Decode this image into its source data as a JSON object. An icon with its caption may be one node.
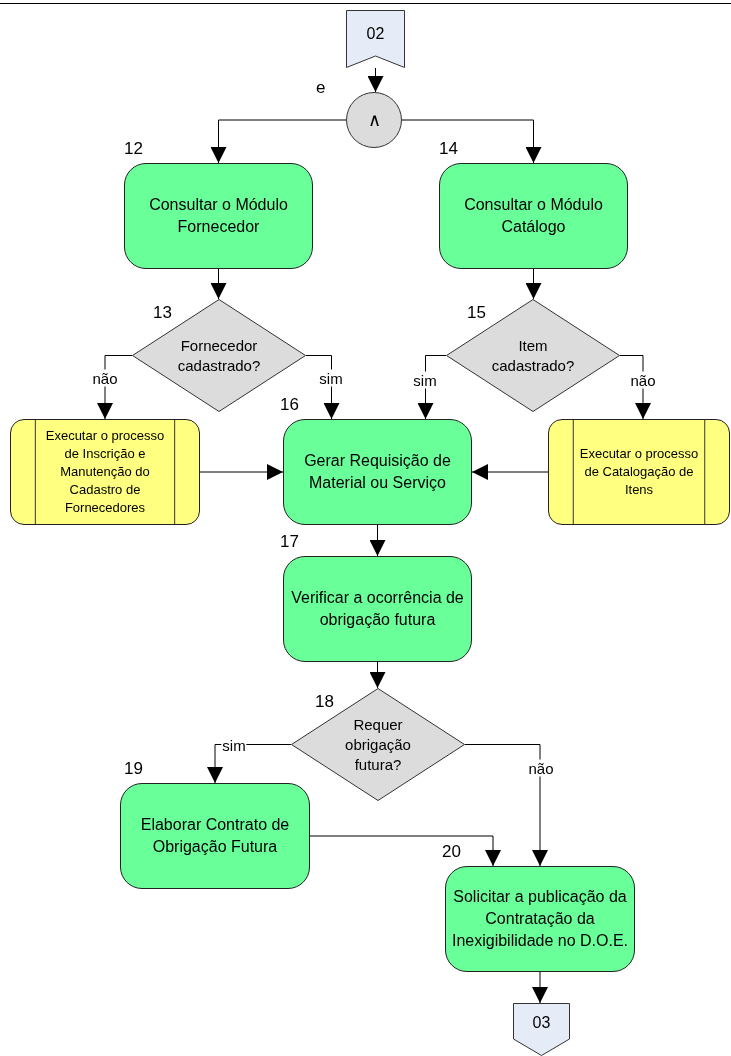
{
  "diagram": {
    "nodes": [
      {
        "text": [
          "02"
        ]
      },
      {
        "text": [
          "∧"
        ],
        "beside": [
          "e"
        ]
      },
      {
        "text": [
          "Consultar o Módulo Fornecedor"
        ],
        "beside": [
          "12"
        ]
      },
      {
        "text": [
          "Consultar o Módulo Catálogo"
        ],
        "beside": [
          "14"
        ]
      },
      {
        "text": [
          "Fornecedor cadastrado?"
        ],
        "beside": [
          "13"
        ]
      },
      {
        "text": [
          "Item cadastrado?"
        ],
        "beside": [
          "15"
        ]
      },
      {
        "text": [
          "Executar o processo de Inscrição e Manutenção do Cadastro de Fornecedores"
        ]
      },
      {
        "text": [
          "Gerar Requisição de Material ou Serviço"
        ],
        "beside": [
          "16"
        ]
      },
      {
        "text": [
          "Executar o processo de Catalogação de Itens"
        ]
      },
      {
        "text": [
          "Verificar a ocorrência de obrigação futura"
        ],
        "beside": [
          "17"
        ]
      },
      {
        "text": [
          "Requer obrigação futura?"
        ],
        "beside": [
          "18"
        ]
      },
      {
        "text": [
          "Elaborar Contrato de Obrigação Futura"
        ],
        "beside": [
          "19"
        ]
      },
      {
        "text": [
          "Solicitar a publicação da Contratação da Inexigibilidade no D.O.E."
        ],
        "beside": [
          "20"
        ]
      },
      {
        "text": [
          "03"
        ]
      }
    ],
    "edges": [
      {
        "from": 0,
        "to": 1,
        "arrow": "to"
      },
      {
        "from": 1,
        "to": 2,
        "arrow": "to"
      },
      {
        "from": 1,
        "to": 3,
        "arrow": "to"
      },
      {
        "from": 2,
        "to": 4,
        "arrow": "to"
      },
      {
        "from": 3,
        "to": 5,
        "arrow": "to"
      },
      {
        "from": 4,
        "to": 6,
        "arrow": "to",
        "label": "não"
      },
      {
        "from": 4,
        "to": 7,
        "arrow": "to",
        "label": "sim"
      },
      {
        "from": 5,
        "to": 7,
        "arrow": "to",
        "label": "sim"
      },
      {
        "from": 5,
        "to": 8,
        "arrow": "to",
        "label": "não"
      },
      {
        "from": 6,
        "to": 7,
        "arrow": "to"
      },
      {
        "from": 8,
        "to": 7,
        "arrow": "to"
      },
      {
        "from": 7,
        "to": 9,
        "arrow": "to"
      },
      {
        "from": 9,
        "to": 10,
        "arrow": "to"
      },
      {
        "from": 10,
        "to": 11,
        "arrow": "to",
        "label": "sim"
      },
      {
        "from": 10,
        "to": 12,
        "arrow": "to",
        "label": "não"
      },
      {
        "from": 11,
        "to": 12,
        "arrow": "to"
      },
      {
        "from": 12,
        "to": 13,
        "arrow": "to"
      }
    ]
  }
}
